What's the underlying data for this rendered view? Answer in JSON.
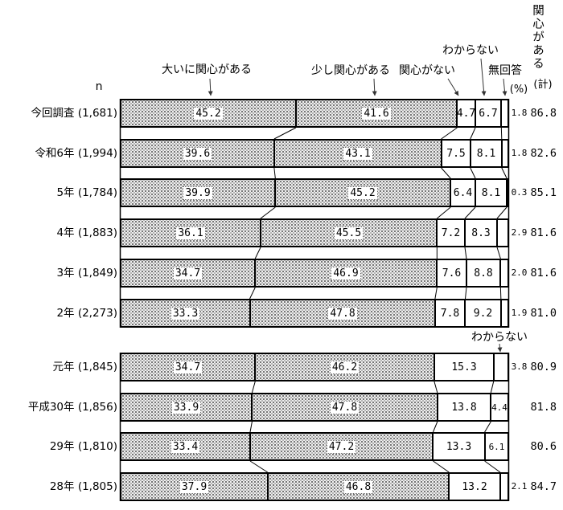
{
  "annotations": {
    "n_header": "n",
    "label_very": "大いに関心がある",
    "label_somewhat": "少し関心がある",
    "label_not_interested": "関心がない",
    "label_dont_know": "わからない",
    "label_no_answer": "無回答",
    "percent_unit": "(%)",
    "interested_total_vertical": "関心がある",
    "interested_total_paren": "(計)",
    "lower_group_dont_know": "わからない"
  },
  "chart_data": {
    "type": "bar",
    "stacked": true,
    "orientation": "horizontal",
    "unit": "%",
    "xlim": [
      0,
      100
    ],
    "value_column_header": "(%)",
    "interested_total_column": "関心がある(計)",
    "series_upper": [
      "大いに関心がある",
      "少し関心がある",
      "関心がない",
      "わからない",
      "無回答"
    ],
    "series_lower": [
      "大いに関心がある",
      "少し関心がある",
      "関心がない",
      "わからない"
    ],
    "groups": [
      {
        "name": "upper",
        "rows": [
          {
            "label": "今回調査",
            "n": "(1,681)",
            "values": [
              45.2,
              41.6,
              4.7,
              6.7,
              1.8
            ],
            "last_label": "outside",
            "total": "86.8"
          },
          {
            "label": "令和6年",
            "n": "(1,994)",
            "values": [
              39.6,
              43.1,
              7.5,
              8.1,
              1.8
            ],
            "last_label": "outside",
            "total": "82.6"
          },
          {
            "label": "5年",
            "n": "(1,784)",
            "values": [
              39.9,
              45.2,
              6.4,
              8.1,
              0.3
            ],
            "last_label": "outside",
            "total": "85.1"
          },
          {
            "label": "4年",
            "n": "(1,883)",
            "values": [
              36.1,
              45.5,
              7.2,
              8.3,
              2.9
            ],
            "last_label": "outside",
            "total": "81.6"
          },
          {
            "label": "3年",
            "n": "(1,849)",
            "values": [
              34.7,
              46.9,
              7.6,
              8.8,
              2.0
            ],
            "last_label": "outside",
            "total": "81.6"
          },
          {
            "label": "2年",
            "n": "(2,273)",
            "values": [
              33.3,
              47.8,
              7.8,
              9.2,
              1.9
            ],
            "last_label": "outside",
            "total": "81.0"
          }
        ]
      },
      {
        "name": "lower",
        "rows": [
          {
            "label": "元年",
            "n": "(1,845)",
            "values": [
              34.7,
              46.2,
              15.3,
              3.8
            ],
            "last_label": "outside",
            "total": "80.9"
          },
          {
            "label": "平成30年",
            "n": "(1,856)",
            "values": [
              33.9,
              47.8,
              13.8,
              4.4
            ],
            "last_label": "inside",
            "total": "81.8"
          },
          {
            "label": "29年",
            "n": "(1,810)",
            "values": [
              33.4,
              47.2,
              13.3,
              6.1
            ],
            "last_label": "inside",
            "total": "80.6"
          },
          {
            "label": "28年",
            "n": "(1,805)",
            "values": [
              37.9,
              46.8,
              13.2,
              2.1
            ],
            "last_label": "outside",
            "total": "84.7"
          }
        ]
      }
    ]
  }
}
